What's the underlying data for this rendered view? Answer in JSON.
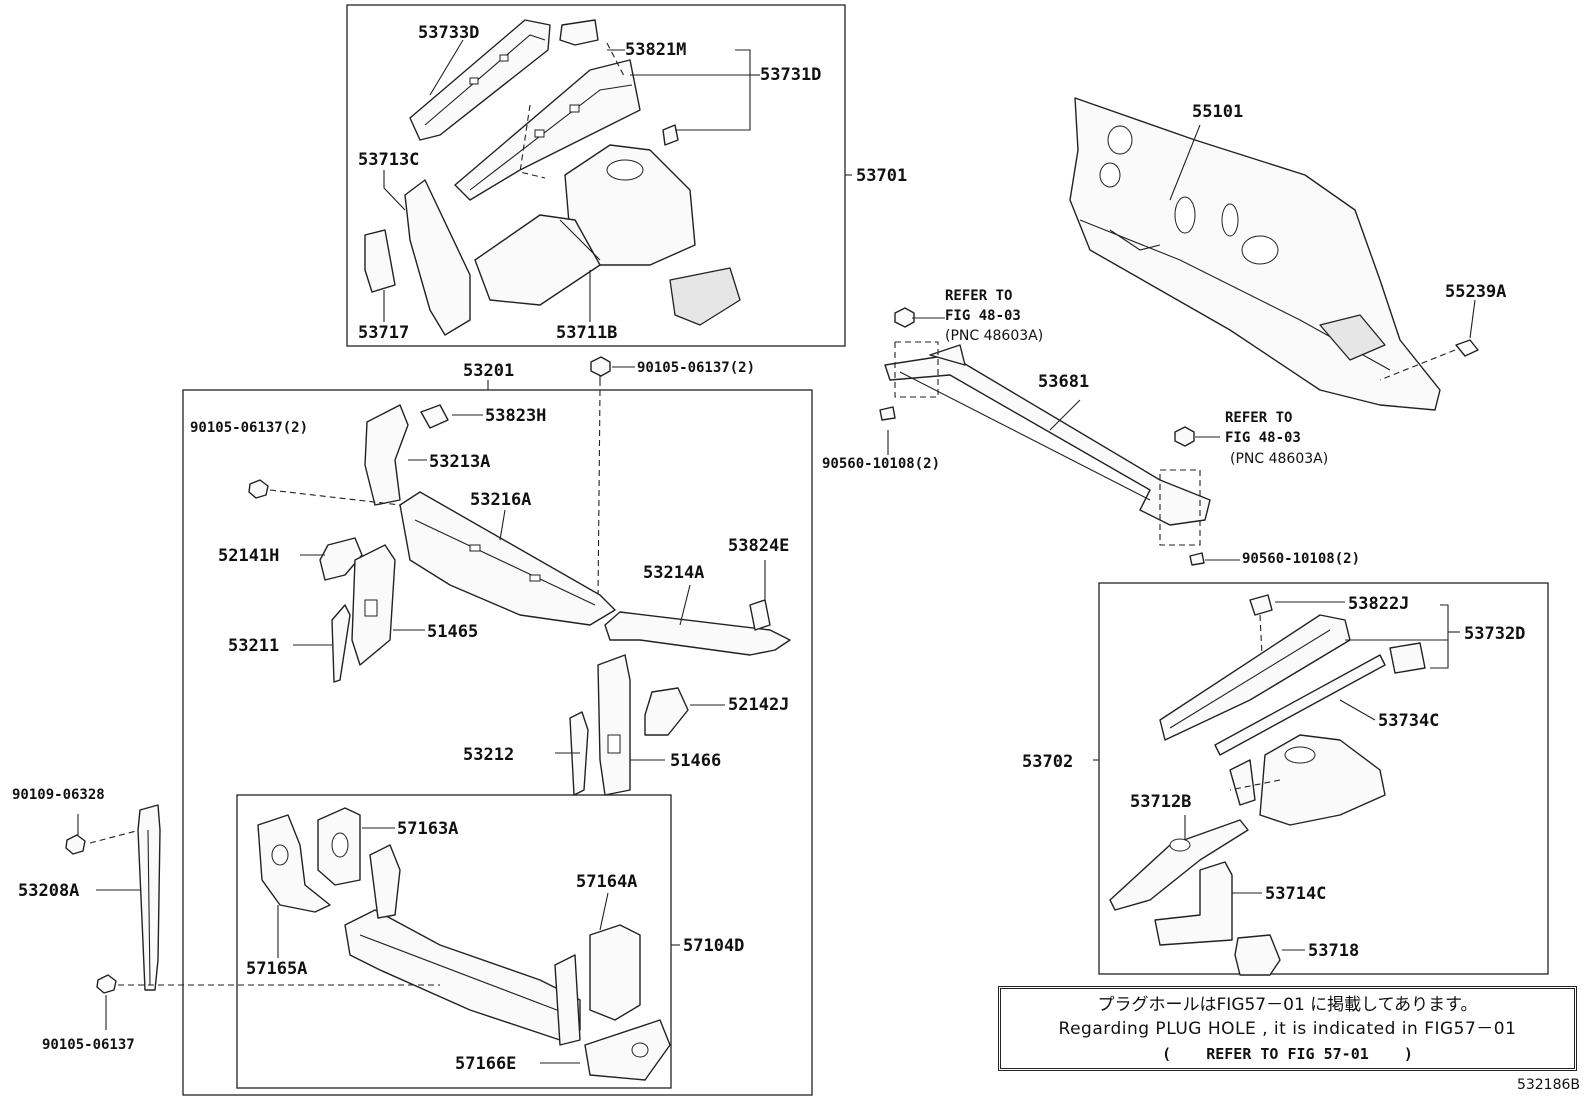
{
  "labels": {
    "p53733D": "53733D",
    "p53821M": "53821M",
    "p53731D": "53731D",
    "p53713C": "53713C",
    "p53701": "53701",
    "p53717": "53717",
    "p53711B": "53711B",
    "p55101": "55101",
    "p55239A": "55239A",
    "p53201": "53201",
    "p90105_06137_top": "90105-06137(2)",
    "p90105_06137_left": "90105-06137(2)",
    "p53823H": "53823H",
    "p53213A": "53213A",
    "p53216A": "53216A",
    "p52141H": "52141H",
    "p53824E": "53824E",
    "p53214A": "53214A",
    "p53211": "53211",
    "p51465": "51465",
    "p52142J": "52142J",
    "p53212": "53212",
    "p51466": "51466",
    "p57163A": "57163A",
    "p57164A": "57164A",
    "p57104D": "57104D",
    "p57165A": "57165A",
    "p57166E": "57166E",
    "p90109_06328": "90109-06328",
    "p53208A": "53208A",
    "p90105_06137_bottom": "90105-06137",
    "p53681": "53681",
    "p90560_10108_left": "90560-10108(2)",
    "p90560_10108_right": "90560-10108(2)",
    "refer_top_1": "REFER TO",
    "refer_top_2": "FIG 48-03",
    "refer_top_3": "(PNC 48603A)",
    "refer_mid_1": "REFER TO",
    "refer_mid_2": "FIG 48-03",
    "refer_mid_3": "(PNC 48603A)",
    "p53822J": "53822J",
    "p53732D": "53732D",
    "p53734C": "53734C",
    "p53702": "53702",
    "p53712B": "53712B",
    "p53714C": "53714C",
    "p53718": "53718"
  },
  "note": {
    "japanese": "プラグホールはFIG57－01 に掲載してあります。",
    "english": "Regarding  PLUG HOLE , it is indicated in FIG57－01",
    "refer_open": "(",
    "refer": "REFER TO FIG 57-01",
    "refer_close": ")"
  },
  "figure_id": "532186B"
}
